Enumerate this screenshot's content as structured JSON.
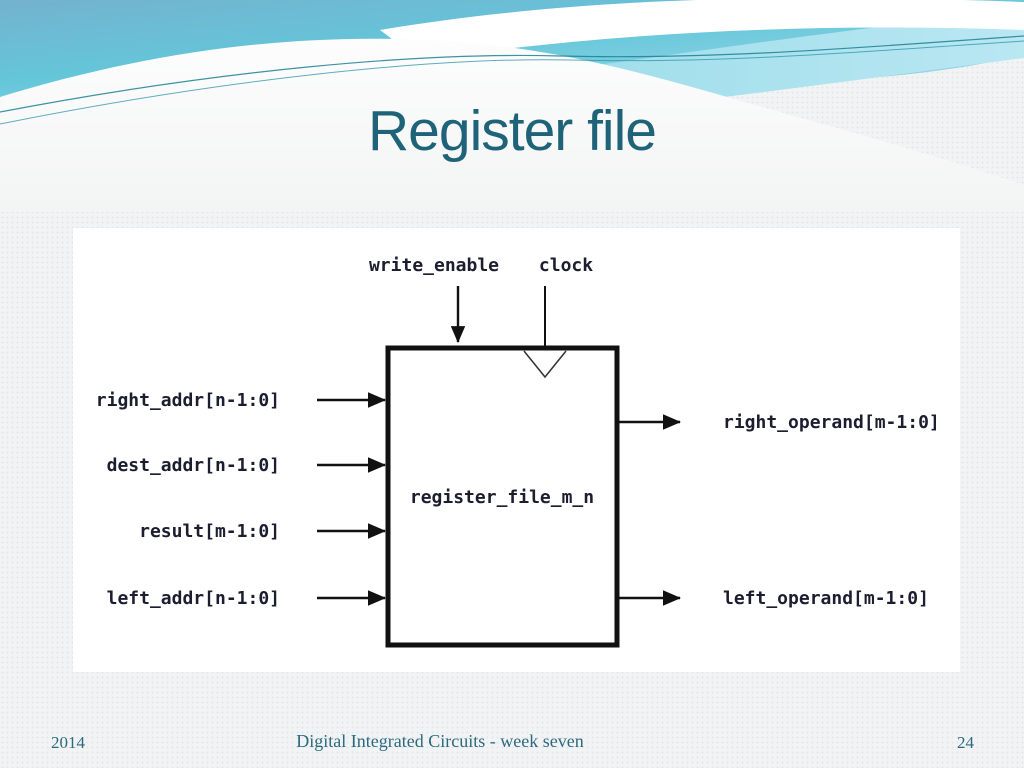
{
  "slide": {
    "title": "Register file",
    "footer": {
      "year": "2014",
      "center": "Digital Integrated Circuits - week seven",
      "page": "24"
    }
  },
  "diagram": {
    "block_label": "register_file_m_n",
    "top_signals": [
      "write_enable",
      "clock"
    ],
    "left_signals": [
      "right_addr[n-1:0]",
      "dest_addr[n-1:0]",
      "result[m-1:0]",
      "left_addr[n-1:0]"
    ],
    "right_signals": [
      "right_operand[m-1:0]",
      "left_operand[m-1:0]"
    ],
    "clock_symbol": "edge-triggered-triangle"
  },
  "colors": {
    "title_text": "#1e6378",
    "footer_text": "#2a6a7c",
    "diagram_ink": "#1d1d30",
    "wave_blue_dark": "#74b2cf",
    "wave_cyan": "#64c6d9",
    "wave_teal_light": "#8fd9e6",
    "wave_line": "#1b7f93",
    "panel_background": "#ffffff"
  }
}
